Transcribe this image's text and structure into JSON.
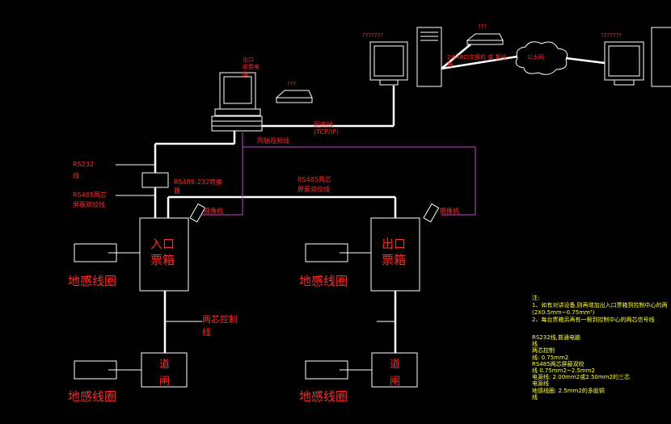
{
  "labels": {
    "exit_pc": [
      "出口",
      "收费电",
      "脑"
    ],
    "printer_q1": "???",
    "monitor_q2": "???????",
    "printer_q3": "???",
    "monitor_q4": "???????",
    "switch_label": [
      "24/48口交换机 或 集线",
      "器"
    ],
    "ethernet": "以太网",
    "network_line": [
      "网络线",
      "(TCP/IP)"
    ],
    "coax_video": "同轴视频线",
    "rs232": [
      "RS232",
      "线"
    ],
    "converter": [
      "RS485-232转换",
      "器"
    ],
    "rs485_left": [
      "RS485两芯",
      "屏蔽双绞线"
    ],
    "rs485_mid": [
      "RS485两芯",
      "屏蔽双绞线"
    ],
    "camera_left": "摄像机",
    "camera_right": "摄像机",
    "entry_box": [
      "入口",
      "票箱"
    ],
    "exit_box": [
      "出口",
      "票箱"
    ],
    "gate_left": [
      "道",
      "闸"
    ],
    "gate_right": [
      "道",
      "闸"
    ],
    "loop": "地感线圈",
    "two_core": [
      "两芯控制",
      "线"
    ]
  },
  "notes": {
    "title": "注:",
    "line1": "1、如有对讲设备,则再增加出入口票箱到控制中心的两",
    "line1b": "(2X0.5mm~0.75mm²)",
    "line2": "2、每台票箱另再有一根到控制中心的两芯信号线",
    "spec_lines": [
      "RS232线,普通电脑",
      "线",
      "两芯控制",
      "线: 0.75mm2",
      "RS485两芯屏蔽双绞",
      "线 0.75mm2~2.5mm2",
      "电源线: 2.00mm2或2.50mm2的三芯",
      "电源线",
      "地感线圈: 2.5mm2的多股铜",
      "线"
    ]
  },
  "colors": {
    "line_white": "#ffffff",
    "label_red": "#ff2a2a",
    "coax_magenta": "#cc44cc",
    "notes_yellow": "#ffff33"
  }
}
